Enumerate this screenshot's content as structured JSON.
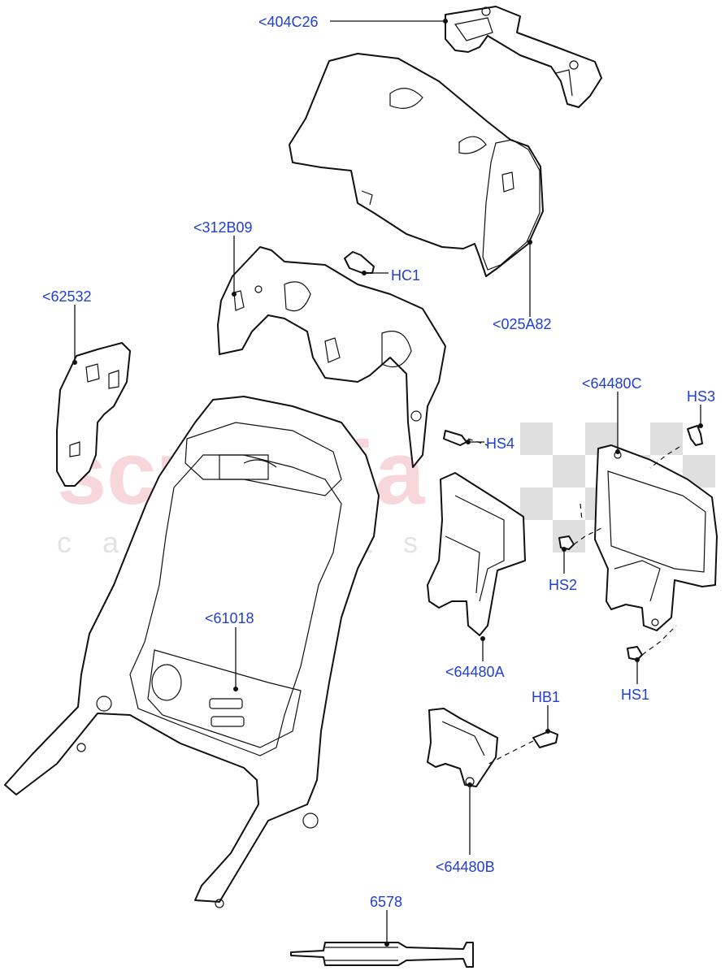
{
  "watermark": {
    "brand": "scuderia",
    "sub": "car parts",
    "accent_color": "#f2b8be"
  },
  "label_color": "#1f3fd6",
  "callouts": [
    {
      "id": "404C26",
      "text": "<404C26"
    },
    {
      "id": "312B09",
      "text": "<312B09"
    },
    {
      "id": "HC1",
      "text": "HC1"
    },
    {
      "id": "62532",
      "text": "<62532"
    },
    {
      "id": "025A82",
      "text": "<025A82"
    },
    {
      "id": "64480C",
      "text": "<64480C"
    },
    {
      "id": "HS3",
      "text": "HS3"
    },
    {
      "id": "HS4",
      "text": "HS4"
    },
    {
      "id": "HS2",
      "text": "HS2"
    },
    {
      "id": "61018",
      "text": "<61018"
    },
    {
      "id": "64480A",
      "text": "<64480A"
    },
    {
      "id": "HS1",
      "text": "HS1"
    },
    {
      "id": "HB1",
      "text": "HB1"
    },
    {
      "id": "64480B",
      "text": "<64480B"
    },
    {
      "id": "6578",
      "text": "6578"
    }
  ]
}
